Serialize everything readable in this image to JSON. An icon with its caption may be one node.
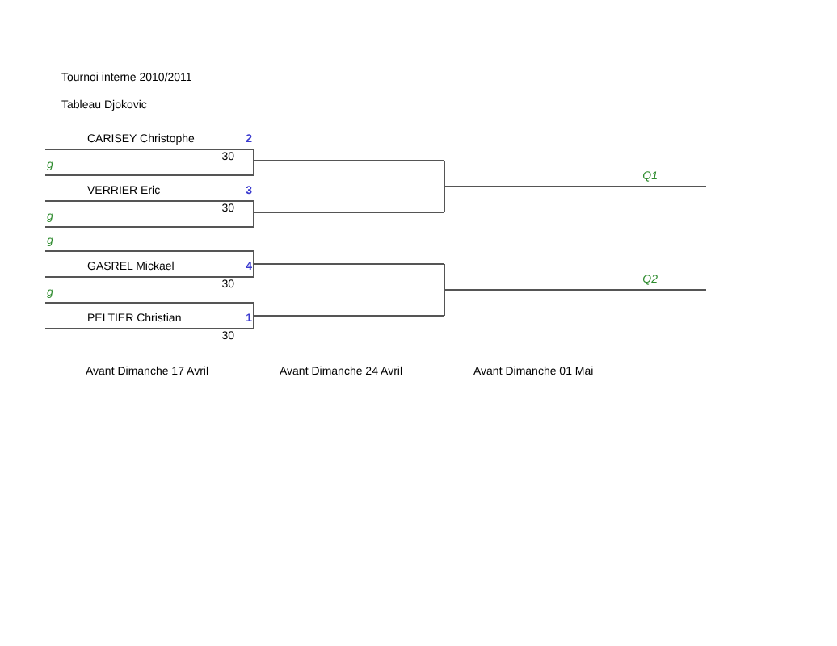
{
  "diagram": {
    "title": "Tournoi interne 2010/2011",
    "nodes": [
      {
        "text": [
          "CARISEY Christophe",
          "2"
        ],
        "beside": [
          "30"
        ]
      },
      {
        "text": [
          "g"
        ]
      },
      {
        "text": [],
        "shape": "bar"
      },
      {
        "text": [
          "VERRIER Eric",
          "3"
        ],
        "beside": [
          "30"
        ]
      },
      {
        "text": [
          "g"
        ]
      },
      {
        "text": [],
        "shape": "bar"
      },
      {
        "text": [
          "Q1"
        ]
      },
      {
        "text": [
          "g"
        ]
      },
      {
        "text": [
          "GASREL Mickael",
          "4"
        ],
        "beside": [
          "30"
        ]
      },
      {
        "text": [],
        "shape": "bar"
      },
      {
        "text": [
          "g"
        ]
      },
      {
        "text": [
          "PELTIER Christian",
          "1"
        ],
        "beside": [
          "30"
        ]
      },
      {
        "text": [],
        "shape": "bar"
      },
      {
        "text": [
          "Q2"
        ]
      }
    ],
    "edges": [
      {
        "from": 0,
        "to": 2,
        "arrow": "none"
      },
      {
        "from": 1,
        "to": 2,
        "arrow": "none"
      },
      {
        "from": 3,
        "to": 5,
        "arrow": "none"
      },
      {
        "from": 4,
        "to": 5,
        "arrow": "none"
      },
      {
        "from": 2,
        "to": 6,
        "arrow": "none"
      },
      {
        "from": 5,
        "to": 6,
        "arrow": "none"
      },
      {
        "from": 7,
        "to": 9,
        "arrow": "none"
      },
      {
        "from": 8,
        "to": 9,
        "arrow": "none"
      },
      {
        "from": 10,
        "to": 12,
        "arrow": "none"
      },
      {
        "from": 11,
        "to": 12,
        "arrow": "none"
      },
      {
        "from": 9,
        "to": 13,
        "arrow": "none"
      },
      {
        "from": 12,
        "to": 13,
        "arrow": "none"
      }
    ],
    "labels": [
      "Tableau Djokovic",
      "Avant Dimanche 17 Avril",
      "Avant Dimanche 24 Avril",
      "Avant Dimanche 01 Mai"
    ]
  }
}
